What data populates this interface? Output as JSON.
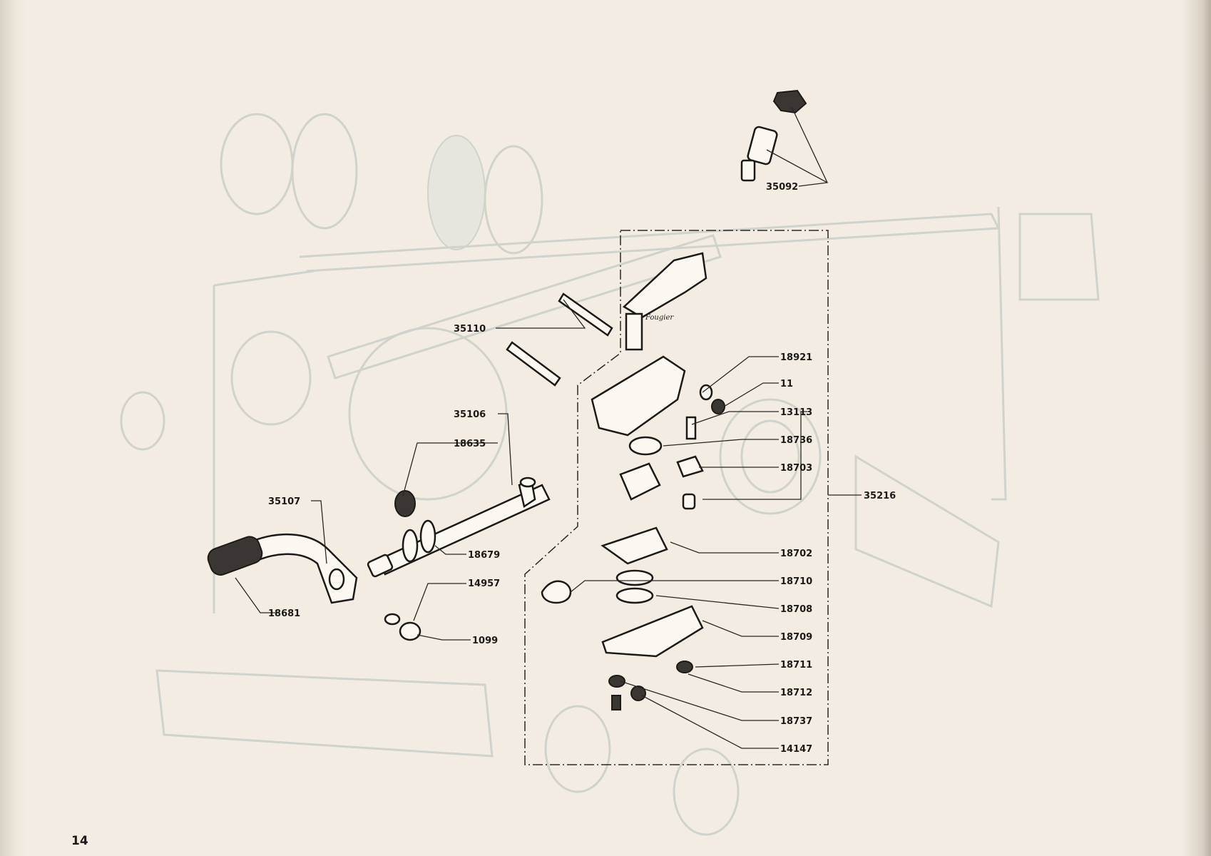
{
  "page_number": "14",
  "part_labels": {
    "p35092": "35092",
    "p35110": "35110",
    "p35106": "35106",
    "p18635": "18635",
    "p35107": "35107",
    "p18679": "18679",
    "p14957": "14957",
    "p18681": "18681",
    "p1099": "1099",
    "p18921": "18921",
    "p11": "11",
    "p13113": "13113",
    "p18736": "18736",
    "p18703": "18703",
    "p35216": "35216",
    "p18702": "18702",
    "p18710": "18710",
    "p18708": "18708",
    "p18709": "18709",
    "p18711": "18711",
    "p18712": "18712",
    "p18737": "18737",
    "p14147": "14147"
  },
  "logo_text": "Fougier"
}
